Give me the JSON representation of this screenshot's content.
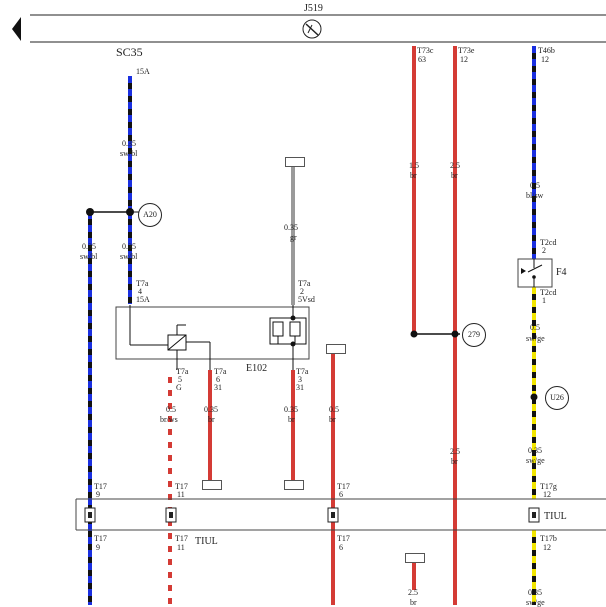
{
  "bus": {
    "label": "J519"
  },
  "sc_fuse": {
    "label": "SC35",
    "rating": "15A"
  },
  "wire_labels": {
    "sc_top": [
      "0.35",
      "sw/bl"
    ],
    "left_branch": [
      "0.35",
      "sw/bl"
    ],
    "sc_lower": [
      "0.35",
      "sw/bl"
    ],
    "grey_top": [
      "0.35",
      "gr"
    ],
    "left_red_stripe": [
      "0.5",
      "br/ws"
    ],
    "red_mid1": [
      "0.35",
      "br"
    ],
    "red_mid2": [
      "0.35",
      "br"
    ],
    "red_mid3": [
      "0.5",
      "br"
    ],
    "red_t73c_top": [
      "1.5",
      "br"
    ],
    "red_t73e_top": [
      "2.5",
      "br"
    ],
    "red_t73e_lower": [
      "2.5",
      "br"
    ],
    "blue_right_top": [
      "0.5",
      "bl/sw"
    ],
    "yellow_mid": [
      "0.5",
      "sw/ge"
    ],
    "yellow_lower": [
      "0.35",
      "sw/ge"
    ],
    "bottom_red": [
      "2.5",
      "br"
    ],
    "bottom_yellow": [
      "0.35",
      "sw/ge"
    ]
  },
  "connectors": {
    "t7a_4": [
      "T7a",
      "4",
      "15A"
    ],
    "t7a_2": [
      "T7a",
      "2",
      "5Vsd"
    ],
    "t7a_5": [
      "T7a",
      "5",
      "G"
    ],
    "t7a_6": [
      "T7a",
      "6",
      "31"
    ],
    "t7a_3": [
      "T7a",
      "3",
      "31"
    ],
    "t73c": [
      "T73c",
      "63"
    ],
    "t73e": [
      "T73e",
      "12"
    ],
    "t46b": [
      "T46b",
      "12"
    ],
    "t2cd_2": [
      "T2cd",
      "2"
    ],
    "t2cd_1": [
      "T2cd",
      "1"
    ],
    "t17_9_top": [
      "T17",
      "9"
    ],
    "t17_11_top": [
      "T17",
      "11"
    ],
    "t17_6_top": [
      "T17",
      "6"
    ],
    "t17_9_bot": [
      "T17",
      "9"
    ],
    "t17_11_bot": [
      "T17",
      "11"
    ],
    "t17_6_bot": [
      "T17",
      "6"
    ],
    "t17g_12": [
      "T17g",
      "12"
    ],
    "t17b_12": [
      "T17b",
      "12"
    ]
  },
  "nodes": {
    "a20": "A20",
    "n279": "279",
    "u26": "U26"
  },
  "components": {
    "e102": "E102",
    "f4": "F4"
  },
  "tiul_left": "TIUL",
  "tiul_right": "TIUL",
  "ground_boxes": {
    "g1": "",
    "g2": "",
    "g3": "",
    "g4": "",
    "g5": ""
  },
  "colors": {
    "black": "#111111",
    "blue": "#1a2fe0",
    "red": "#d43b35",
    "yellow": "#f2e600",
    "grey": "#9a9a9a",
    "white": "#ffffff"
  }
}
